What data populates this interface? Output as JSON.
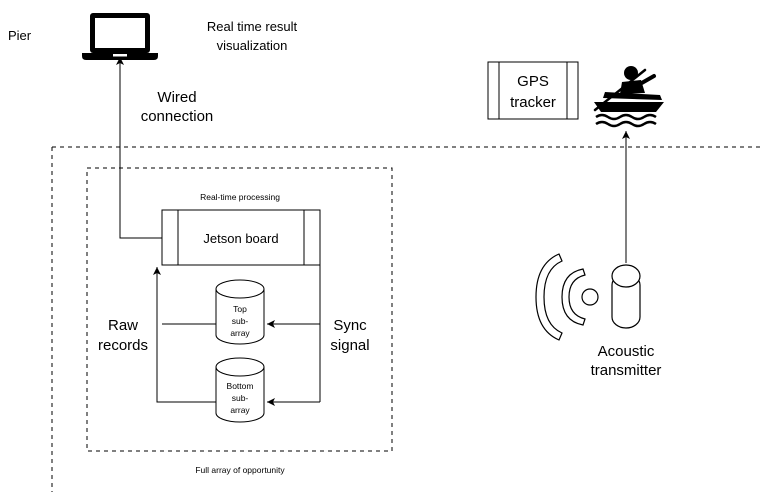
{
  "labels": {
    "pier": "Pier",
    "visualization_line1": "Real time result",
    "visualization_line2": "visualization",
    "wired_line1": "Wired",
    "wired_line2": "connection",
    "gps_line1": "GPS",
    "gps_line2": "tracker",
    "realtime_processing": "Real-time processing",
    "jetson_board": "Jetson board",
    "top_subarray_line1": "Top",
    "top_subarray_line2": "sub-",
    "top_subarray_line3": "array",
    "bottom_subarray_line1": "Bottom",
    "bottom_subarray_line2": "sub-",
    "bottom_subarray_line3": "array",
    "raw_line1": "Raw",
    "raw_line2": "records",
    "sync_line1": "Sync",
    "sync_line2": "signal",
    "acoustic_line1": "Acoustic",
    "acoustic_line2": "transmitter",
    "full_array": "Full array of opportunity"
  },
  "icons": {
    "laptop": "laptop-icon",
    "rowing": "rowing-boat-icon",
    "transmitter": "acoustic-signal-icon"
  }
}
